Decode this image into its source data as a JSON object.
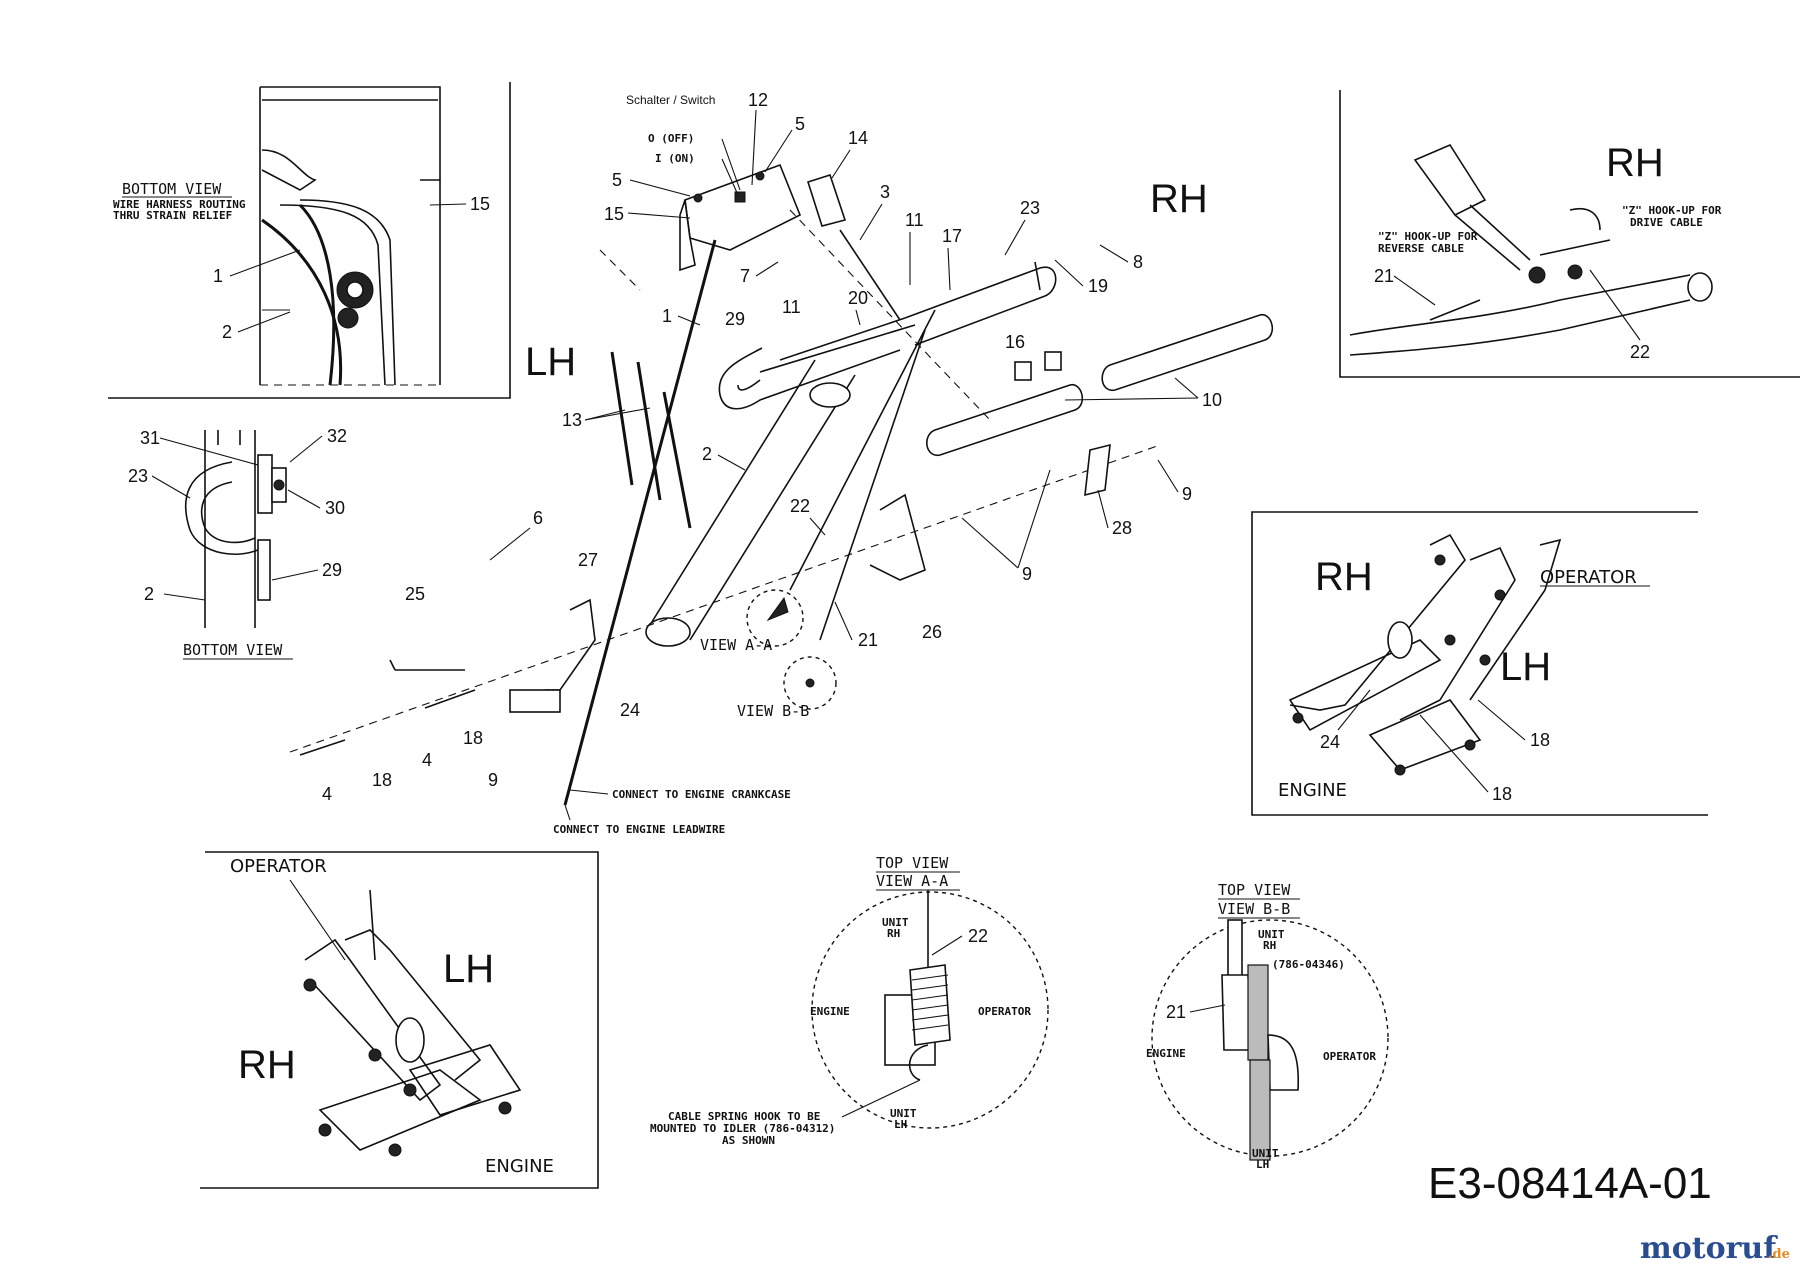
{
  "labels": {
    "bottom_view_title": "BOTTOM VIEW",
    "wire_routing_1": "WIRE HARNESS ROUTING",
    "wire_routing_2": "THRU STRAIN RELIEF",
    "bottom_view_2": "BOTTOM VIEW",
    "switch": "Schalter /  Switch",
    "off": "O (OFF)",
    "on": "I (ON)",
    "rh": "RH",
    "lh": "LH",
    "view_aa": "VIEW A-A",
    "view_bb": "VIEW B-B",
    "connect_crankcase": "CONNECT TO ENGINE CRANKCASE",
    "connect_leadwire": "CONNECT TO ENGINE LEADWIRE",
    "z_reverse_1": "\"Z\" HOOK-UP FOR",
    "z_reverse_2": "REVERSE CABLE",
    "z_drive_1": "\"Z\" HOOK-UP FOR",
    "z_drive_2": "DRIVE CABLE",
    "operator": "OPERATOR",
    "engine": "ENGINE",
    "top_view": "TOP VIEW",
    "unit_rh_1": "UNIT",
    "unit_rh_2": "RH",
    "unit_lh_1": "UNIT",
    "unit_lh_2": "LH",
    "engine_small": "ENGINE",
    "operator_small": "OPERATOR",
    "spring_hook_1": "CABLE SPRING HOOK TO BE",
    "spring_hook_2": "MOUNTED TO IDLER (786-04312)",
    "spring_hook_3": "AS SHOWN",
    "part_786": "(786-04346)",
    "diagram_code": "E3-08414A-01",
    "brand_name": "motoruf",
    "brand_tld": ".de"
  },
  "parts": {
    "p1": "1",
    "p2": "2",
    "p3": "3",
    "p4": "4",
    "p5": "5",
    "p6": "6",
    "p7": "7",
    "p8": "8",
    "p9": "9",
    "p10": "10",
    "p11": "11",
    "p12": "12",
    "p13": "13",
    "p14": "14",
    "p15": "15",
    "p16": "16",
    "p17": "17",
    "p18": "18",
    "p19": "19",
    "p20": "20",
    "p21": "21",
    "p22": "22",
    "p23": "23",
    "p24": "24",
    "p25": "25",
    "p26": "26",
    "p27": "27",
    "p28": "28",
    "p29": "29",
    "p30": "30",
    "p31": "31",
    "p32": "32"
  },
  "colors": {
    "line": "#111111",
    "brand_blue": "#2a4d8f",
    "brand_orange": "#e58a1f"
  }
}
